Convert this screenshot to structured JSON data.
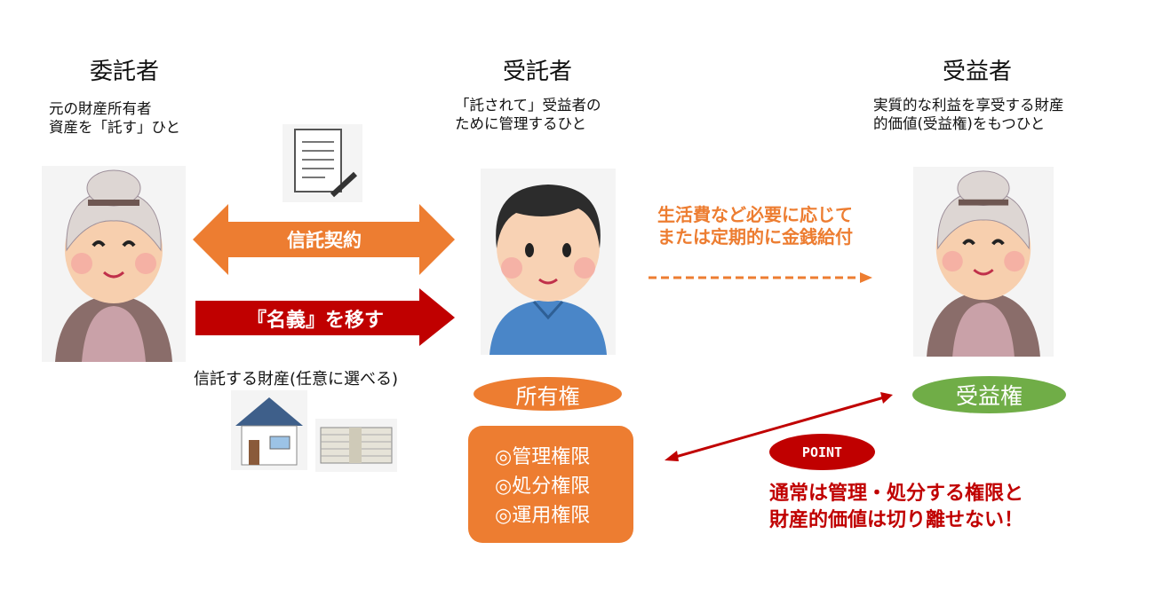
{
  "colors": {
    "orange": "#ED7D31",
    "red": "#C00000",
    "green": "#70AD47"
  },
  "settlor": {
    "title": "委託者",
    "desc": [
      "元の財産所有者",
      "資産を「託す」ひと"
    ]
  },
  "trustee": {
    "title": "受託者",
    "desc": [
      "「託されて」受益者の",
      "ために管理するひと"
    ],
    "ownership": "所有権",
    "powers": [
      "◎管理権限",
      "◎処分権限",
      "◎運用権限"
    ]
  },
  "beneficiary": {
    "title": "受益者",
    "desc": [
      "実質的な利益を享受する財産",
      "的価値(受益権)をもつひと"
    ],
    "right": "受益権"
  },
  "arrows": {
    "contract": "信託契約",
    "transfer": "『名義』を移す",
    "payment": [
      "生活費など必要に応じて",
      "または定期的に金銭給付"
    ]
  },
  "property_label": "信託する財産(任意に選べる)",
  "point": {
    "badge": "POINT",
    "text": [
      "通常は管理・処分する権限と",
      "財産的価値は切り離せない！"
    ]
  }
}
